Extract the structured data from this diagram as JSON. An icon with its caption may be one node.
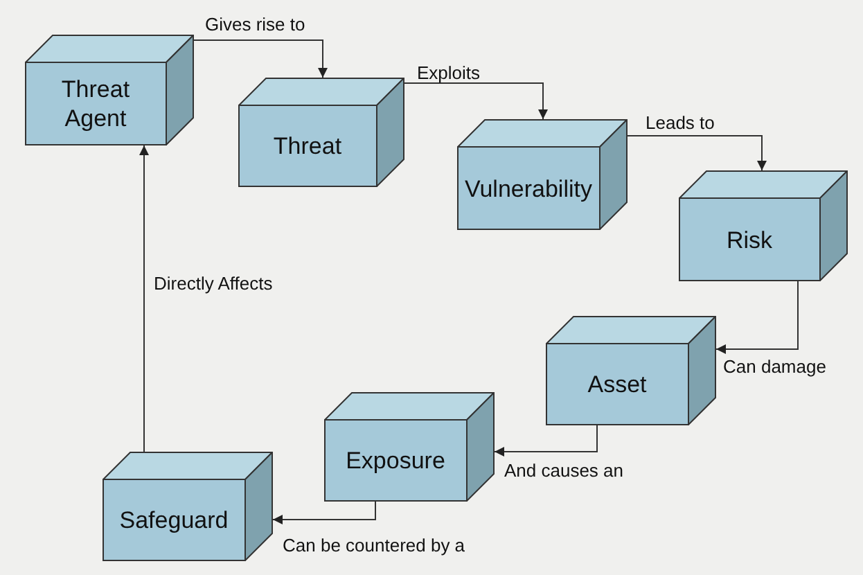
{
  "diagram": {
    "nodes": [
      {
        "text": [
          "Threat Agent"
        ]
      },
      {
        "text": [
          "Threat"
        ]
      },
      {
        "text": [
          "Vulnerability"
        ]
      },
      {
        "text": [
          "Risk"
        ]
      },
      {
        "text": [
          "Asset"
        ]
      },
      {
        "text": [
          "Exposure"
        ]
      },
      {
        "text": [
          "Safeguard"
        ]
      }
    ],
    "edges": [
      {
        "from": 0,
        "to": 1,
        "arrow": "to",
        "label": "Gives rise to"
      },
      {
        "from": 1,
        "to": 2,
        "arrow": "to",
        "label": "Exploits"
      },
      {
        "from": 2,
        "to": 3,
        "arrow": "to",
        "label": "Leads to"
      },
      {
        "from": 3,
        "to": 4,
        "arrow": "to",
        "label": "Can damage"
      },
      {
        "from": 4,
        "to": 5,
        "arrow": "to",
        "label": "And causes an"
      },
      {
        "from": 5,
        "to": 6,
        "arrow": "to",
        "label": "Can be countered by a"
      },
      {
        "from": 6,
        "to": 0,
        "arrow": "to",
        "label": "Directly Affects"
      }
    ]
  }
}
